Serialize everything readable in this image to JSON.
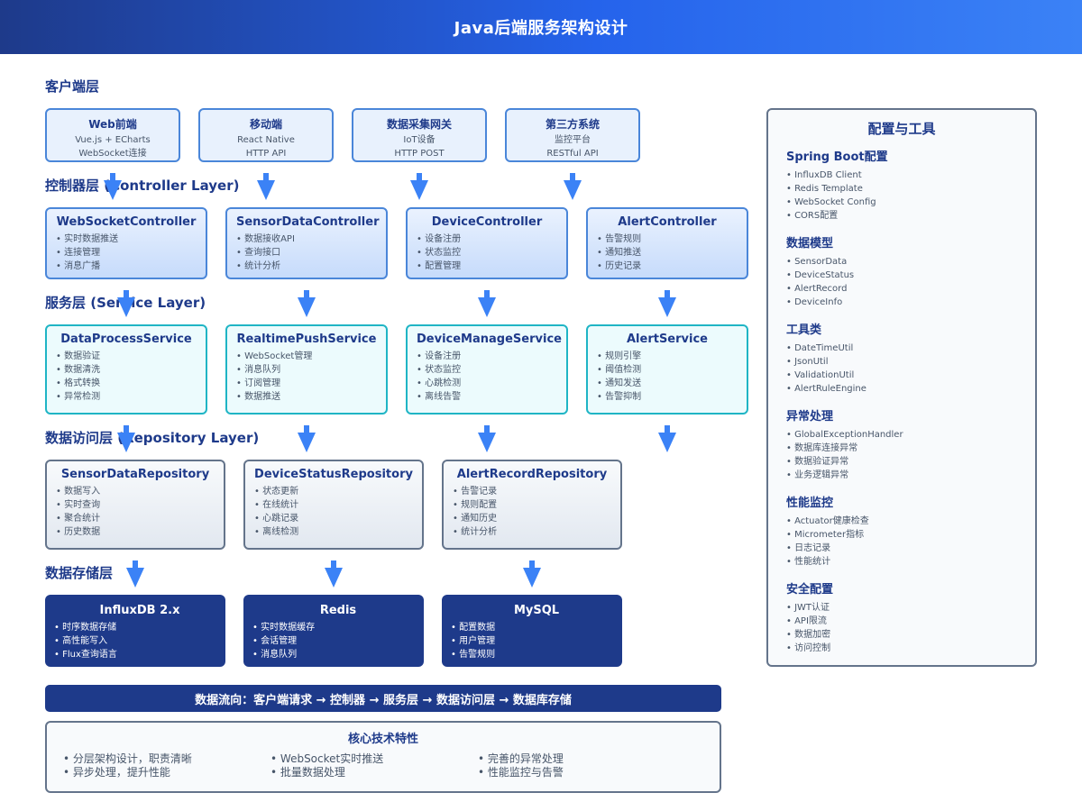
{
  "title": "Java后端服务架构设计",
  "layers": {
    "client": "客户端层",
    "controller": "控制器层 (Controller Layer)",
    "service": "服务层 (Service Layer)",
    "repository": "数据访问层 (Repository Layer)",
    "storage": "数据存储层"
  },
  "clients": [
    {
      "title": "Web前端",
      "lines": [
        "Vue.js + ECharts",
        "WebSocket连接"
      ]
    },
    {
      "title": "移动端",
      "lines": [
        "React Native",
        "HTTP API"
      ]
    },
    {
      "title": "数据采集网关",
      "lines": [
        "IoT设备",
        "HTTP POST"
      ]
    },
    {
      "title": "第三方系统",
      "lines": [
        "监控平台",
        "RESTful API"
      ]
    }
  ],
  "controllers": [
    {
      "title": "WebSocketController",
      "items": [
        "实时数据推送",
        "连接管理",
        "消息广播"
      ]
    },
    {
      "title": "SensorDataController",
      "items": [
        "数据接收API",
        "查询接口",
        "统计分析"
      ]
    },
    {
      "title": "DeviceController",
      "items": [
        "设备注册",
        "状态监控",
        "配置管理"
      ]
    },
    {
      "title": "AlertController",
      "items": [
        "告警规则",
        "通知推送",
        "历史记录"
      ]
    }
  ],
  "services": [
    {
      "title": "DataProcessService",
      "items": [
        "数据验证",
        "数据清洗",
        "格式转换",
        "异常检测"
      ]
    },
    {
      "title": "RealtimePushService",
      "items": [
        "WebSocket管理",
        "消息队列",
        "订阅管理",
        "数据推送"
      ]
    },
    {
      "title": "DeviceManageService",
      "items": [
        "设备注册",
        "状态监控",
        "心跳检测",
        "离线告警"
      ]
    },
    {
      "title": "AlertService",
      "items": [
        "规则引擎",
        "阈值检测",
        "通知发送",
        "告警抑制"
      ]
    }
  ],
  "repositories": [
    {
      "title": "SensorDataRepository",
      "items": [
        "数据写入",
        "实时查询",
        "聚合统计",
        "历史数据"
      ]
    },
    {
      "title": "DeviceStatusRepository",
      "items": [
        "状态更新",
        "在线统计",
        "心跳记录",
        "离线检测"
      ]
    },
    {
      "title": "AlertRecordRepository",
      "items": [
        "告警记录",
        "规则配置",
        "通知历史",
        "统计分析"
      ]
    }
  ],
  "storages": [
    {
      "title": "InfluxDB 2.x",
      "items": [
        "时序数据存储",
        "高性能写入",
        "Flux查询语言"
      ]
    },
    {
      "title": "Redis",
      "items": [
        "实时数据缓存",
        "会话管理",
        "消息队列"
      ]
    },
    {
      "title": "MySQL",
      "items": [
        "配置数据",
        "用户管理",
        "告警规则"
      ]
    }
  ],
  "flow": "数据流向：客户端请求 → 控制器 → 服务层 → 数据访问层 → 数据库存储",
  "core": {
    "title": "核心技术特性",
    "columns": [
      [
        "分层架构设计，职责清晰",
        "异步处理，提升性能"
      ],
      [
        "WebSocket实时推送",
        "批量数据处理"
      ],
      [
        "完善的异常处理",
        "性能监控与告警"
      ]
    ]
  },
  "sidebar": {
    "title": "配置与工具",
    "sections": [
      {
        "title": "Spring Boot配置",
        "items": [
          "InfluxDB Client",
          "Redis Template",
          "WebSocket Config",
          "CORS配置"
        ]
      },
      {
        "title": "数据模型",
        "items": [
          "SensorData",
          "DeviceStatus",
          "AlertRecord",
          "DeviceInfo"
        ]
      },
      {
        "title": "工具类",
        "items": [
          "DateTimeUtil",
          "JsonUtil",
          "ValidationUtil",
          "AlertRuleEngine"
        ]
      },
      {
        "title": "异常处理",
        "items": [
          "GlobalExceptionHandler",
          "数据库连接异常",
          "数据验证异常",
          "业务逻辑异常"
        ]
      },
      {
        "title": "性能监控",
        "items": [
          "Actuator健康检查",
          "Micrometer指标",
          "日志记录",
          "性能统计"
        ]
      },
      {
        "title": "安全配置",
        "items": [
          "JWT认证",
          "API限流",
          "数据加密",
          "访问控制"
        ]
      }
    ]
  }
}
